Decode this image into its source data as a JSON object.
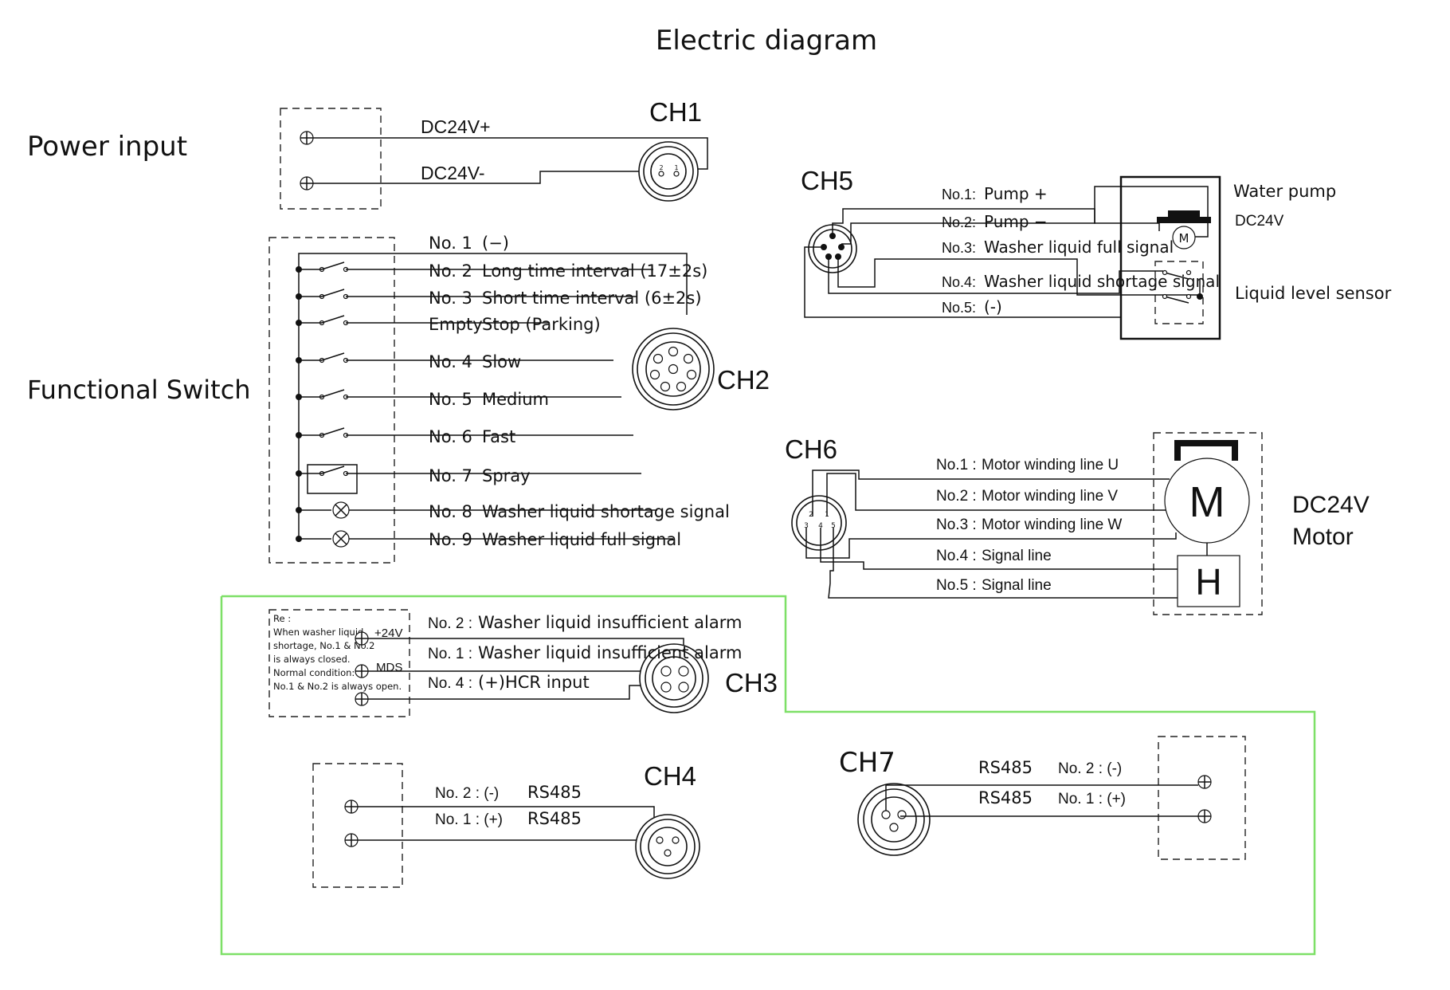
{
  "title": "Electric diagram",
  "sections": {
    "power": "Power input",
    "functional": "Functional Switch"
  },
  "connectors": {
    "ch1": "CH1",
    "ch2": "CH2",
    "ch3": "CH3",
    "ch4": "CH4",
    "ch5": "CH5",
    "ch6": "CH6",
    "ch7": "CH7"
  },
  "power": {
    "plus": "DC24V+",
    "minus": "DC24V-",
    "pins": [
      "2",
      "1"
    ]
  },
  "switch_pins": [
    {
      "num": "No. 1",
      "label": "(−)"
    },
    {
      "num": "No. 2",
      "label": "Long time interval (17±2s)"
    },
    {
      "num": "No. 3",
      "label": "Short time interval (6±2s)"
    },
    {
      "num": "Empty",
      "label": "Stop (Parking)"
    },
    {
      "num": "No. 4",
      "label": "Slow"
    },
    {
      "num": "No. 5",
      "label": "Medium"
    },
    {
      "num": "No. 6",
      "label": "Fast"
    },
    {
      "num": "No. 7",
      "label": "Spray"
    },
    {
      "num": "No. 8",
      "label": "Washer liquid shortage signal"
    },
    {
      "num": "No. 9",
      "label": "Washer liquid full signal"
    }
  ],
  "ch5_pins": [
    {
      "num": "No.1:",
      "label": "Pump +"
    },
    {
      "num": "No.2:",
      "label": "Pump −"
    },
    {
      "num": "No.3:",
      "label": "Washer liquid full signal"
    },
    {
      "num": "No.4:",
      "label": "Washer liquid shortage signal"
    },
    {
      "num": "No.5:",
      "label": "(-)"
    }
  ],
  "ch5_devices": {
    "pump": "Water pump",
    "pump_voltage": "DC24V",
    "sensor": "Liquid level sensor",
    "motor_symbol": "M"
  },
  "ch6_pins": [
    {
      "num": "No.1 :",
      "label": "Motor winding line U"
    },
    {
      "num": "No.2 :",
      "label": "Motor winding line V"
    },
    {
      "num": "No.3 :",
      "label": "Motor winding line W"
    },
    {
      "num": "No.4 :",
      "label": "Signal line"
    },
    {
      "num": "No.5 :",
      "label": "Signal line"
    }
  ],
  "ch6_motor": {
    "m": "M",
    "h": "H",
    "line1": "DC24V",
    "line2": "Motor",
    "pins": [
      "2",
      "1",
      "3",
      "4",
      "5"
    ]
  },
  "ch3_note": {
    "lines": [
      "Re :",
      "When washer liquid",
      "shortage, No.1 & No.2",
      "is always closed.",
      "Normal condition:",
      "No.1 & No.2 is always open."
    ],
    "v24": "+24V",
    "mds": "MDS"
  },
  "ch3_pins": [
    {
      "num": "No. 2 :",
      "label": "Washer liquid insufficient alarm"
    },
    {
      "num": "No. 1 :",
      "label": "Washer liquid insufficient alarm"
    },
    {
      "num": "No. 4 :",
      "label": "(+)HCR input"
    }
  ],
  "ch4_pins": [
    {
      "num": "No. 2 : (-)",
      "label": "RS485"
    },
    {
      "num": "No. 1 : (+)",
      "label": "RS485"
    }
  ],
  "ch7_pins": [
    {
      "label": "RS485",
      "num": "No. 2 : (-)"
    },
    {
      "label": "RS485",
      "num": "No. 1 : (+)"
    }
  ],
  "colors": {
    "wire": "#111111",
    "highlight_border": "#7de067"
  }
}
